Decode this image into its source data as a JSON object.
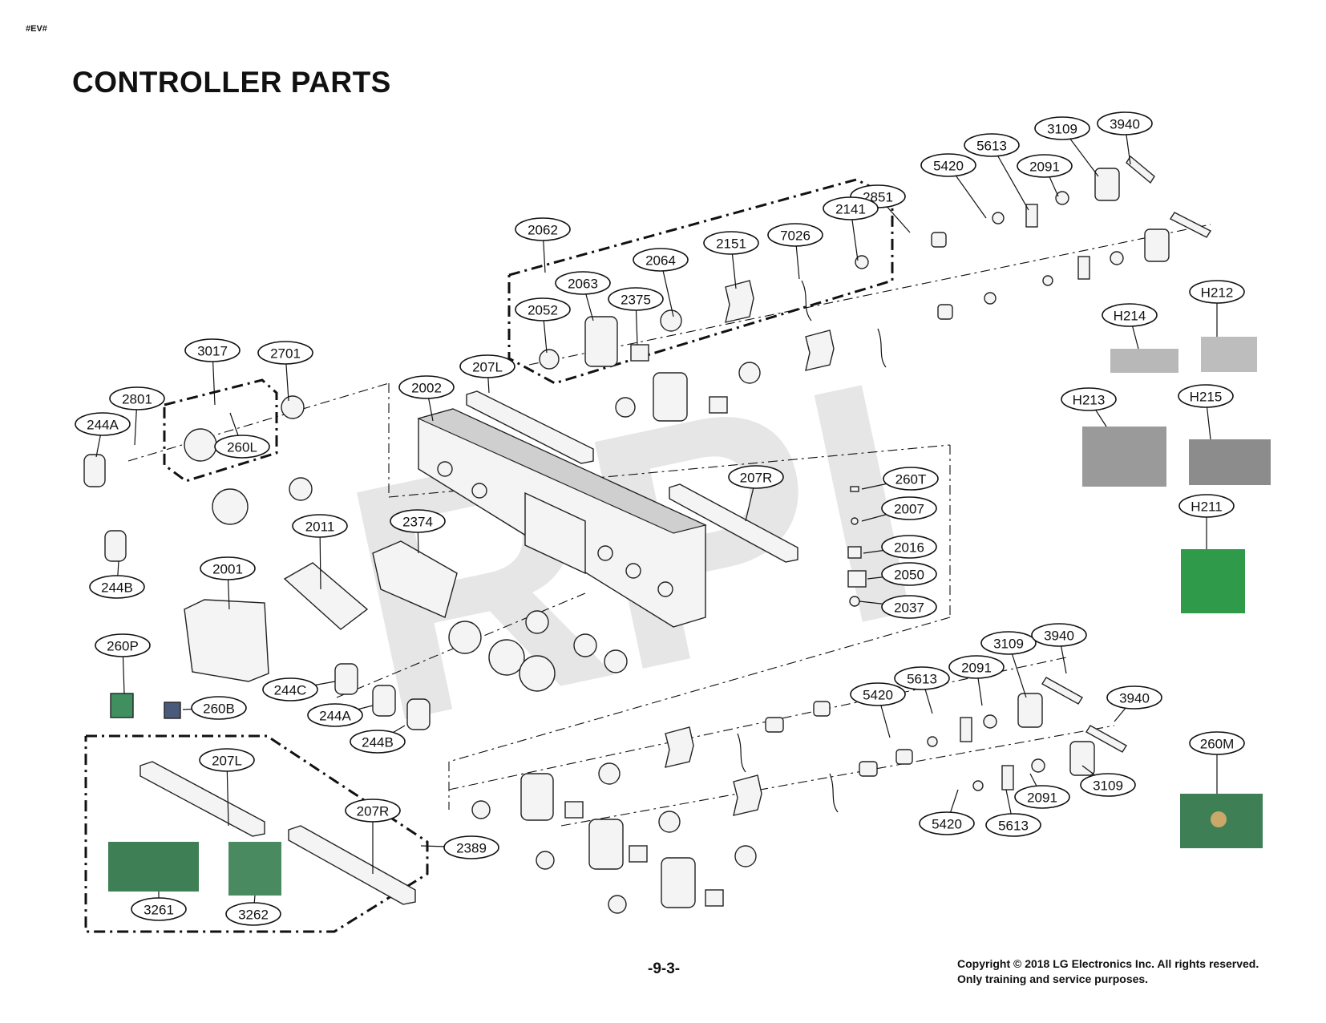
{
  "header": {
    "tag": "#EV#",
    "title": "CONTROLLER PARTS"
  },
  "watermark": "RPI",
  "footer": {
    "page": "-9-3-",
    "copyright_line1": "Copyright © 2018 LG Electronics Inc. All rights reserved.",
    "copyright_line2": "Only training and service purposes."
  },
  "callouts": {
    "c3940a": "3940",
    "c3109a": "3109",
    "c5613a": "5613",
    "c2091a": "2091",
    "c5420a": "5420",
    "c2851": "2851",
    "c2141": "2141",
    "c7026": "7026",
    "c2151": "2151",
    "c2064": "2064",
    "c2062": "2062",
    "c2063": "2063",
    "c2375": "2375",
    "c2052": "2052",
    "c3017": "3017",
    "c2701": "2701",
    "c2801": "2801",
    "c244A1": "244A",
    "c260L": "260L",
    "c207L1": "207L",
    "c2002": "2002",
    "c207R1": "207R",
    "cH214": "H214",
    "cH212": "H212",
    "cH213": "H213",
    "cH215": "H215",
    "cH211": "H211",
    "c260T": "260T",
    "c2007": "2007",
    "c2016": "2016",
    "c2050": "2050",
    "c2037": "2037",
    "c2011": "2011",
    "c2374": "2374",
    "c2001": "2001",
    "c244B1": "244B",
    "c260P": "260P",
    "c260B": "260B",
    "c244C": "244C",
    "c244A2": "244A",
    "c244B2": "244B",
    "c3109b": "3109",
    "c3940b": "3940",
    "c5613b": "5613",
    "c2091b": "2091",
    "c5420b": "5420",
    "c3940c": "3940",
    "c3109c": "3109",
    "c5420c": "5420",
    "c5613c": "5613",
    "c2091c": "2091",
    "c260M": "260M",
    "c207L2": "207L",
    "c207R2": "207R",
    "c2389": "2389",
    "c3261": "3261",
    "c3262": "3262"
  },
  "colors": {
    "pcb_green": "#2f9a4a",
    "photo_gray": "#9a9a9a",
    "board_green": "#3e7f55"
  }
}
